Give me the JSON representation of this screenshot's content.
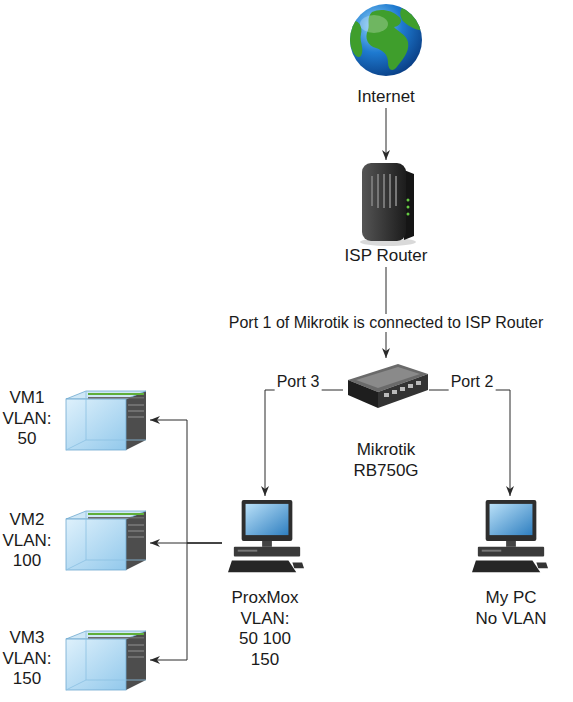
{
  "diagram": {
    "nodes": [
      {
        "text": [
          "Internet"
        ]
      },
      {
        "text": [
          "ISP Router"
        ]
      },
      {
        "text": [
          "Mikrotik RB750G"
        ]
      },
      {
        "text": [
          "ProxMox VLAN: 50 100 150"
        ]
      },
      {
        "text": [
          "My PC No VLAN"
        ]
      },
      {
        "text": [
          "VM1 VLAN: 50"
        ]
      },
      {
        "text": [
          "VM2 VLAN: 100"
        ]
      },
      {
        "text": [
          "VM3 VLAN: 150"
        ]
      }
    ],
    "edges": [
      {
        "from": 0,
        "to": 1,
        "arrow": "to"
      },
      {
        "from": 1,
        "to": 2,
        "label": "Port 1 of Mikrotik is connected to ISP Router",
        "arrow": "to"
      },
      {
        "from": 2,
        "to": 3,
        "label": "Port 3",
        "arrow": "to"
      },
      {
        "from": 2,
        "to": 4,
        "label": "Port 2",
        "arrow": "to"
      },
      {
        "from": 3,
        "to": 5,
        "arrow": "to"
      },
      {
        "from": 3,
        "to": 6,
        "arrow": "to"
      },
      {
        "from": 3,
        "to": 7,
        "arrow": "to"
      }
    ]
  }
}
